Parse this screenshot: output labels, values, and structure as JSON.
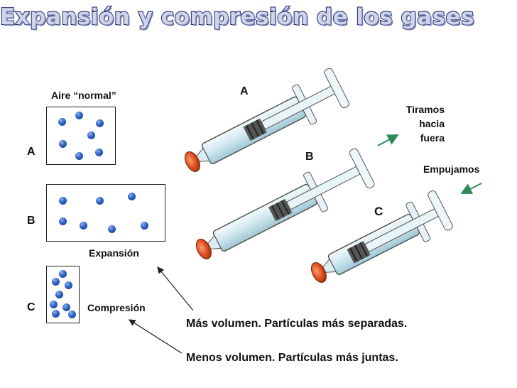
{
  "title": "Expansión y compresión de los gases",
  "left_panel": {
    "normal_label": "Aire “normal”",
    "row_a": "A",
    "row_b": "B",
    "row_c": "C",
    "expansion_label": "Expansión",
    "compression_label": "Compresión"
  },
  "syringes": {
    "a_label": "A",
    "b_label": "B",
    "c_label": "C",
    "pull_text": [
      "Tiramos",
      "hacia",
      "fuera"
    ],
    "push_text": "Empujamos"
  },
  "notes": {
    "more_volume": "Más volumen. Partículas más separadas.",
    "less_volume": "Menos volumen. Partículas más juntas."
  },
  "colors": {
    "particle": "#2f61c4",
    "arrow": "#2e8b57",
    "syringe_body": "#dbeef5",
    "syringe_tip": "#d9481d"
  }
}
